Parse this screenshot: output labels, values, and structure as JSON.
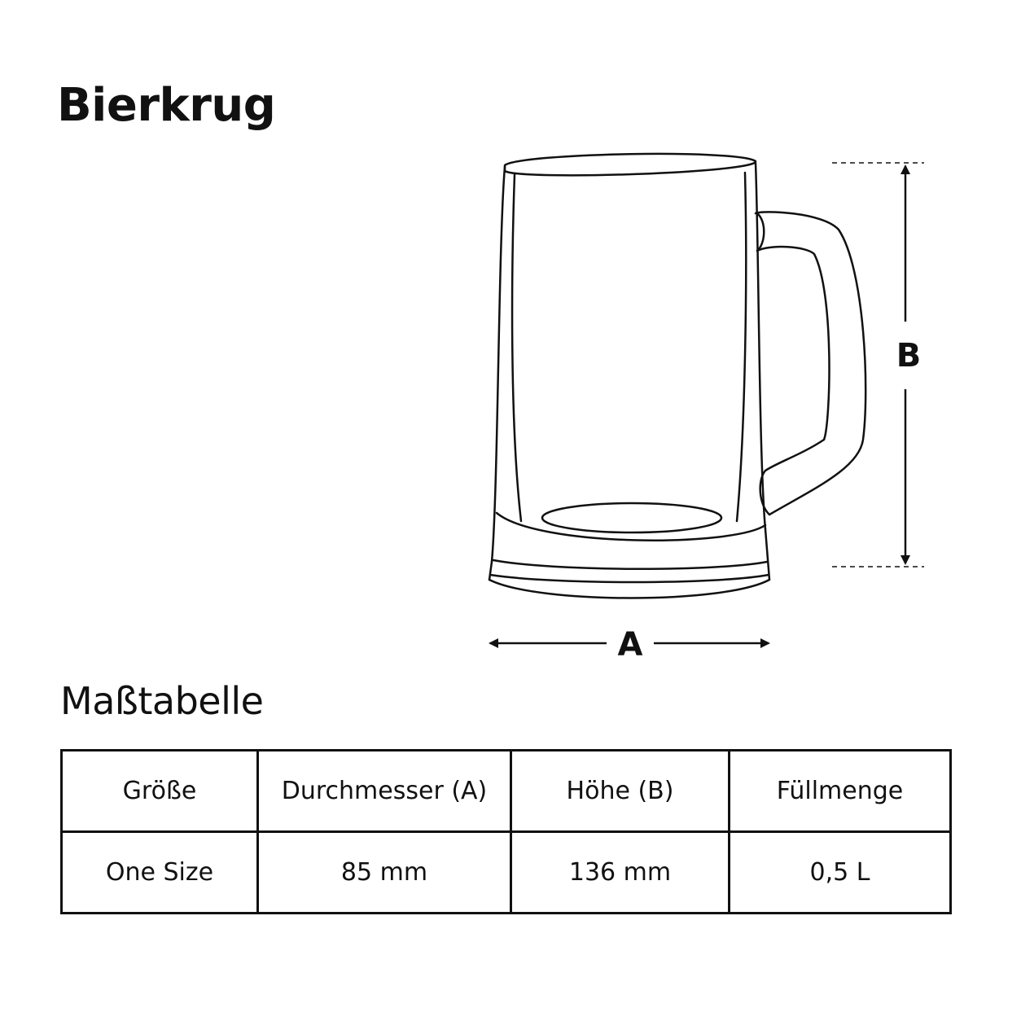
{
  "title": "Bierkrug",
  "diagram": {
    "label_a": "A",
    "label_b": "B"
  },
  "table": {
    "heading": "Maßtabelle",
    "columns": [
      "Größe",
      "Durchmesser (A)",
      "Höhe (B)",
      "Füllmenge"
    ],
    "rows": [
      [
        "One Size",
        "85 mm",
        "136 mm",
        "0,5 L"
      ]
    ]
  }
}
